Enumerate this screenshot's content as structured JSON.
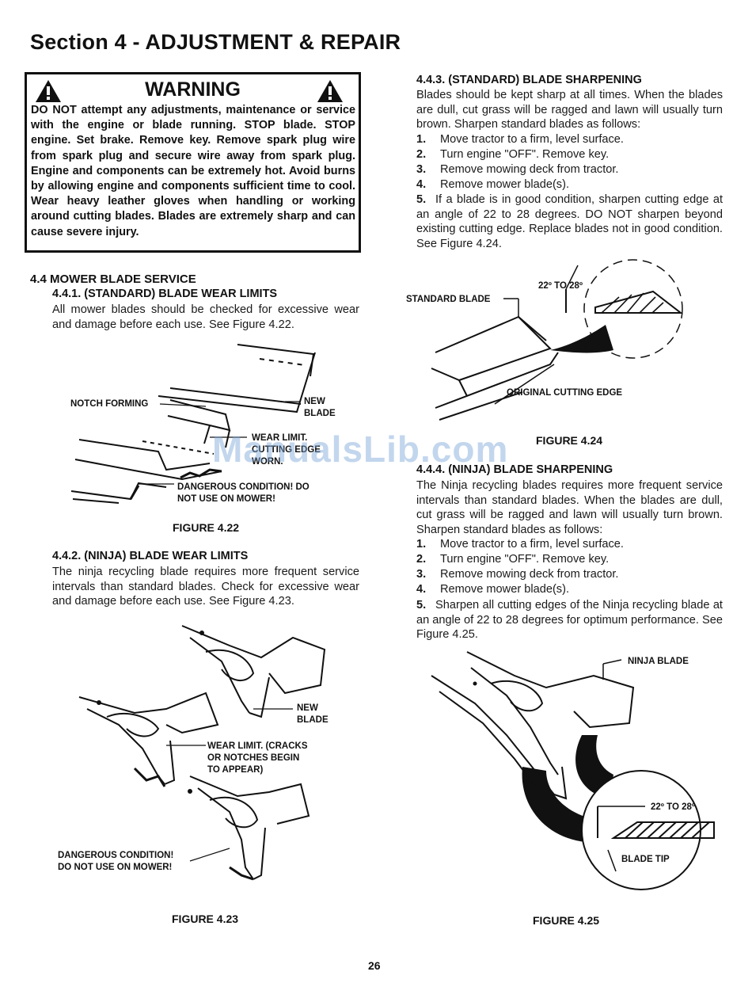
{
  "section_title": "Section 4 - ADJUSTMENT & REPAIR",
  "warning": {
    "title": "WARNING",
    "body": "DO NOT attempt any adjustments, maintenance or service with the engine or blade running. STOP blade. STOP engine. Set brake. Remove key. Remove spark plug wire from spark plug and secure wire away from spark plug. Engine and components can be extremely hot. Avoid burns by allowing engine and components sufficient time to cool. Wear heavy leather gloves when handling or working around cutting blades. Blades are extremely sharp and can cause severe injury."
  },
  "s44": {
    "title": "4.4 MOWER BLADE SERVICE",
    "s441": {
      "heading": "4.4.1.    (STANDARD) BLADE WEAR LIMITS",
      "text": "All mower blades should be checked for excessive wear and damage before each use. See Figure 4.22."
    },
    "fig422": {
      "label_notch": "NOTCH FORMING",
      "label_new_1": "NEW",
      "label_new_2": "BLADE",
      "label_wear_1": "WEAR LIMIT.",
      "label_wear_2": "CUTTING EDGE",
      "label_wear_3": "WORN.",
      "label_danger_1": "DANGEROUS CONDITION! DO",
      "label_danger_2": "NOT USE ON MOWER!",
      "caption": "FIGURE 4.22"
    },
    "s442": {
      "heading": "4.4.2.    (NINJA) BLADE WEAR LIMITS",
      "text": "The ninja recycling blade requires more frequent service intervals than standard blades. Check for excessive wear and damage before each use. See Figure 4.23."
    },
    "fig423": {
      "label_new_1": "NEW",
      "label_new_2": "BLADE",
      "label_wear_1": "WEAR LIMIT. (CRACKS",
      "label_wear_2": "OR NOTCHES BEGIN",
      "label_wear_3": "TO APPEAR)",
      "label_danger_1": "DANGEROUS CONDITION!",
      "label_danger_2": "DO NOT USE ON MOWER!",
      "caption": "FIGURE 4.23"
    },
    "s443": {
      "heading": "4.4.3.    (STANDARD) BLADE SHARPENING",
      "intro": "Blades should be kept sharp at all times. When the blades are dull, cut grass will be ragged and lawn will usually turn brown. Sharpen standard blades as follows:",
      "steps": [
        {
          "num": "1.",
          "text": "Move tractor to a firm, level surface."
        },
        {
          "num": "2.",
          "text": "Turn engine \"OFF\". Remove key."
        },
        {
          "num": "3.",
          "text": "Remove mowing deck from tractor."
        },
        {
          "num": "4.",
          "text": "Remove mower blade(s)."
        }
      ],
      "step5_num": "5.",
      "step5_text": "If a blade is in good condition, sharpen cutting edge at an angle of 22 to 28 degrees. DO NOT sharpen beyond existing cutting edge. Replace blades not in good condition. See Figure 4.24."
    },
    "fig424": {
      "label_angle": "22º TO 28º",
      "label_standard": "STANDARD BLADE",
      "label_original": "ORIGINAL CUTTING EDGE",
      "caption": "FIGURE 4.24"
    },
    "s444": {
      "heading": "4.4.4.    (NINJA) BLADE SHARPENING",
      "intro": "The Ninja recycling blades requires more frequent service intervals than standard blades. When the blades are dull, cut grass will be ragged and lawn will usually turn brown. Sharpen standard blades as follows:",
      "steps": [
        {
          "num": "1.",
          "text": "Move tractor to a firm, level surface."
        },
        {
          "num": "2.",
          "text": "Turn engine \"OFF\". Remove key."
        },
        {
          "num": "3.",
          "text": "Remove mowing deck from tractor."
        },
        {
          "num": "4.",
          "text": "Remove mower blade(s)."
        }
      ],
      "step5_num": "5.",
      "step5_text": "Sharpen all cutting edges of the Ninja recycling blade at an angle of 22 to 28 degrees for optimum performance. See Figure 4.25."
    },
    "fig425": {
      "label_ninja": "NINJA BLADE",
      "label_angle": "22º TO 28º",
      "label_tip": "BLADE TIP",
      "caption": "FIGURE 4.25"
    }
  },
  "page_number": "26",
  "watermark": "ManualsLib.com"
}
